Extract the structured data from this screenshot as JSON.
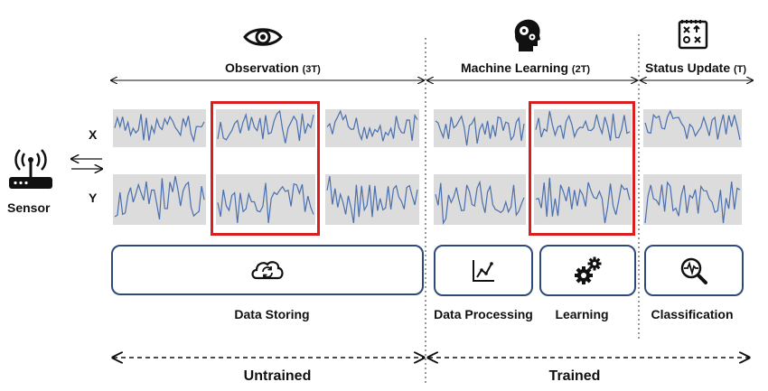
{
  "sensor": {
    "label": "Sensor",
    "axis_x": "X",
    "axis_y": "Y"
  },
  "phases": [
    {
      "name": "Observation",
      "mult": "(3T)",
      "icon": "eye-icon"
    },
    {
      "name": "Machine Learning",
      "mult": "(2T)",
      "icon": "brain-gears-icon"
    },
    {
      "name": "Status Update",
      "mult": "(T)",
      "icon": "strategy-board-icon"
    }
  ],
  "tasks": {
    "data_storing": "Data Storing",
    "data_processing": "Data Processing",
    "learning": "Learning",
    "classification": "Classification"
  },
  "states": {
    "untrained": "Untrained",
    "trained": "Trained"
  },
  "colors": {
    "signal": "#4a6fae",
    "panel": "#dcdcdc",
    "highlight": "#d81e1e",
    "box_border": "#2e4a7a"
  }
}
